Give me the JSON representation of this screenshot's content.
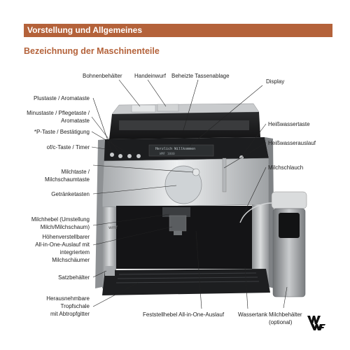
{
  "header": {
    "title": "Vorstellung und Allgemeines"
  },
  "section": {
    "title": "Bezeichnung der Maschinenteile"
  },
  "labels": {
    "bohnenbehaelter": "Bohnenbehälter",
    "handeinwurf": "Handeinwurf",
    "tassenablage": "Beheizte Tassenablage",
    "display": "Display",
    "plustaste": "Plustaste / Aromataste",
    "minustaste_1": "Minustaste / Pflegetaste /",
    "minustaste_2": "Aromataste",
    "ptaste": "*P-Taste / Bestätigung",
    "oftimer": "of/c-Taste / Timer",
    "heisswassertaste": "Heißwassertaste",
    "heisswasserauslauf": "Heißwasserauslauf",
    "milchtaste_1": "Milchtaste /",
    "milchtaste_2": "Milchschaumtaste",
    "milchschlauch": "Milchschlauch",
    "getraenketasten": "Getränketasten",
    "milchhebel_1": "Milchhebel (Umstellung",
    "milchhebel_2": "Milch/Milchschaum)",
    "hoehen_1": "Höhenverstellbarer",
    "hoehen_2": "All-in-One-Auslauf mit",
    "hoehen_3": "integriertem",
    "hoehen_4": "Milchschäumer",
    "satzbehaelter": "Satzbehälter",
    "tropfschale_1": "Herausnehmbare",
    "tropfschale_2": "Tropfschale",
    "tropfschale_3": "mit Abtropfgitter",
    "feststellhebel": "Feststellhebel All-in-One-Auslauf",
    "wassertank": "Wassertank",
    "milchbehaelter_1": "Milchbehälter",
    "milchbehaelter_2": "(optional)"
  },
  "display_text": {
    "line1": "Herzlich Willkommen",
    "line2": "WMF 1000"
  },
  "brand": {
    "logo": "wmf-logo"
  },
  "colors": {
    "accent": "#b4623a"
  }
}
